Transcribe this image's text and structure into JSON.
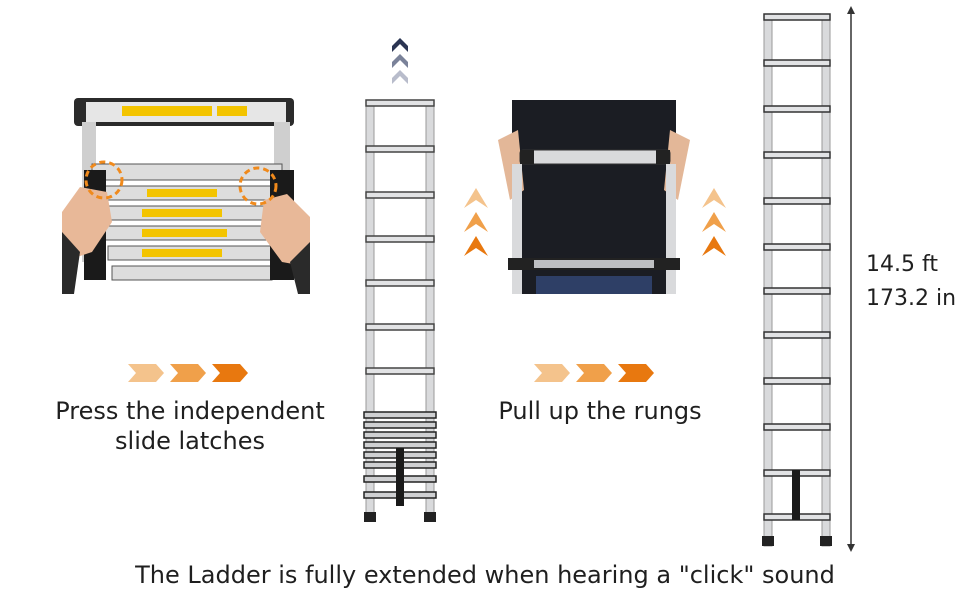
{
  "steps": [
    {
      "caption_line1": "Press the independent",
      "caption_line2": "slide latches"
    },
    {
      "caption": "Pull up the rungs"
    }
  ],
  "measurement": {
    "feet": "14.5 ft",
    "inches": "173.2 in"
  },
  "footer": "The Ladder is fully extended when hearing a \"click\" sound",
  "colors": {
    "chevron_light": "#f4c38c",
    "chevron_mid": "#f0a04a",
    "chevron_dark": "#e8780f",
    "arrow_navy": "#2b3553",
    "aluminium": "#d9dadc",
    "rubber": "#222222"
  }
}
